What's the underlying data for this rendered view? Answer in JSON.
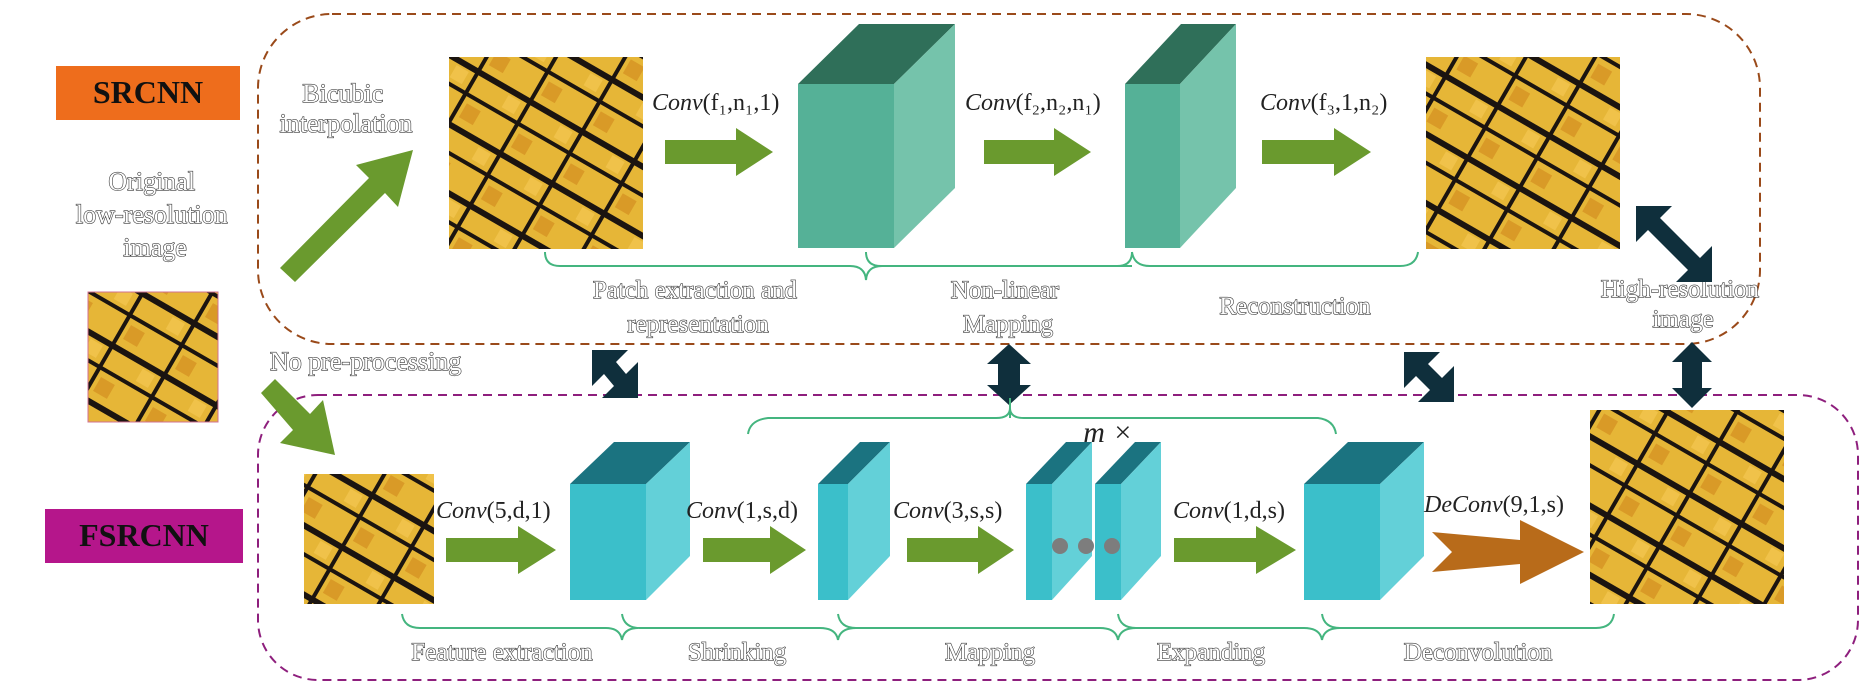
{
  "colors": {
    "srcnn_badge": "#ee6d1c",
    "fsrcnn_badge": "#b5168b",
    "srcnn_border": "#9a4a1a",
    "fsrcnn_border": "#8e1f7d",
    "arrow_green": "#6a9a2e",
    "arrow_brown": "#b86b1a",
    "cube_srcnn_front": "#55b197",
    "cube_srcnn_top": "#2f6f59",
    "cube_srcnn_side": "#75c3ab",
    "cube_fsrcnn_front": "#3bbfca",
    "cube_fsrcnn_top": "#1b7380",
    "cube_fsrcnn_side": "#63d0d8",
    "brace": "#44b57f",
    "link_arrow": "#0f2f3c"
  },
  "badges": {
    "srcnn": "SRCNN",
    "fsrcnn": "FSRCNN"
  },
  "left_labels": {
    "bicubic": [
      "Bicubic",
      "interpolation"
    ],
    "original": [
      "Original",
      "low-resolution",
      "image"
    ],
    "no_preprocessing": "No pre-processing"
  },
  "srcnn": {
    "convs": [
      {
        "name": "Conv",
        "args": "(f₁,n₁,1)"
      },
      {
        "name": "Conv",
        "args": "(f₂,n₂,n₁)"
      },
      {
        "name": "Conv",
        "args": "(f₃,1,n₂)"
      }
    ],
    "stages": [
      [
        "Patch extraction and",
        "representation"
      ],
      [
        "Non-linear",
        "Mapping"
      ],
      [
        "Reconstruction"
      ]
    ]
  },
  "high_resolution": [
    "High-resolution",
    "image"
  ],
  "fsrcnn": {
    "convs": [
      {
        "name": "Conv",
        "args": "(5,d,1)"
      },
      {
        "name": "Conv",
        "args": "(1,s,d)"
      },
      {
        "name": "Conv",
        "args": "(3,s,s)"
      },
      {
        "name": "Conv",
        "args": "(1,d,s)"
      },
      {
        "name": "DeConv",
        "args": "(9,1,s)"
      }
    ],
    "repeat": "m ×",
    "stages": [
      "Feature extraction",
      "Shrinking",
      "Mapping",
      "Expanding",
      "Deconvolution"
    ]
  }
}
